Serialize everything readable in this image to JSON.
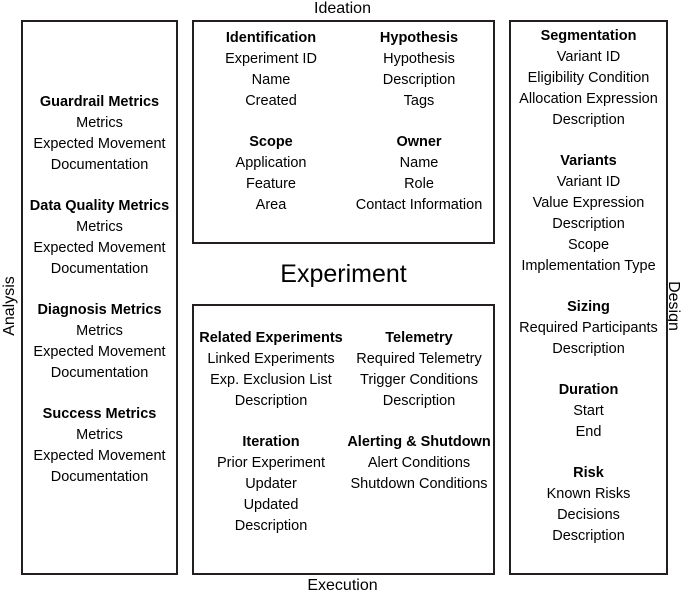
{
  "diagram": {
    "center_title": "Experiment",
    "edges": {
      "top": "Ideation",
      "bottom": "Execution",
      "left": "Analysis",
      "right": "Design"
    }
  },
  "analysis": {
    "groups": [
      {
        "title": "Guardrail Metrics",
        "items": [
          "Metrics",
          "Expected Movement",
          "Documentation"
        ]
      },
      {
        "title": "Data Quality Metrics",
        "items": [
          "Metrics",
          "Expected Movement",
          "Documentation"
        ]
      },
      {
        "title": "Diagnosis Metrics",
        "items": [
          "Metrics",
          "Expected Movement",
          "Documentation"
        ]
      },
      {
        "title": "Success Metrics",
        "items": [
          "Metrics",
          "Expected Movement",
          "Documentation"
        ]
      }
    ]
  },
  "ideation": {
    "column_1": [
      {
        "title": "Identification",
        "items": [
          "Experiment ID",
          "Name",
          "Created"
        ]
      },
      {
        "title": "Scope",
        "items": [
          "Application",
          "Feature",
          "Area"
        ]
      }
    ],
    "column_2": [
      {
        "title": "Hypothesis",
        "items": [
          "Hypothesis",
          "Description",
          "Tags"
        ]
      },
      {
        "title": "Owner",
        "items": [
          "Name",
          "Role",
          "Contact Information"
        ]
      }
    ]
  },
  "execution": {
    "column_1": [
      {
        "title": "Related Experiments",
        "items": [
          "Linked Experiments",
          "Exp. Exclusion List",
          "Description"
        ]
      },
      {
        "title": "Iteration",
        "items": [
          "Prior Experiment",
          "Updater",
          "Updated",
          "Description"
        ]
      }
    ],
    "column_2": [
      {
        "title": "Telemetry",
        "items": [
          "Required Telemetry",
          "Trigger Conditions",
          "Description"
        ]
      },
      {
        "title": "Alerting & Shutdown",
        "items": [
          "Alert Conditions",
          "Shutdown Conditions"
        ]
      }
    ]
  },
  "design": {
    "groups": [
      {
        "title": "Segmentation",
        "items": [
          "Variant ID",
          "Eligibility Condition",
          "Allocation Expression",
          "Description"
        ]
      },
      {
        "title": "Variants",
        "items": [
          "Variant ID",
          "Value Expression",
          "Description",
          "Scope",
          "Implementation Type"
        ]
      },
      {
        "title": "Sizing",
        "items": [
          "Required Participants",
          "Description"
        ]
      },
      {
        "title": "Duration",
        "items": [
          "Start",
          "End"
        ]
      },
      {
        "title": "Risk",
        "items": [
          "Known Risks",
          "Decisions",
          "Description"
        ]
      }
    ]
  },
  "colors": {
    "border": "#231f20",
    "text": "#000000",
    "background": "#ffffff"
  }
}
